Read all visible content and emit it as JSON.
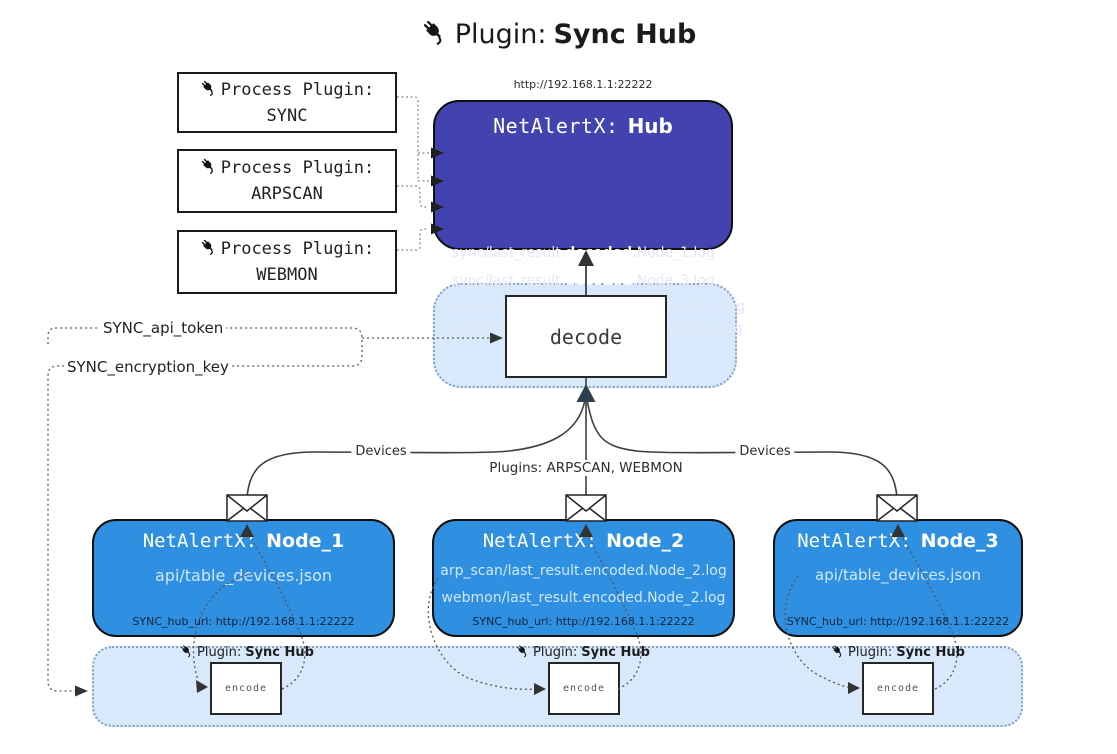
{
  "title": {
    "label": "Plugin:",
    "name": "Sync Hub"
  },
  "hub": {
    "url": "http://192.168.1.1:22222",
    "title_prefix": "NetAlertX:",
    "title_name": "Hub",
    "logs": [
      {
        "pre": "sync/last_result.",
        "bold": "decoded",
        "post": ".Node_1.log"
      },
      {
        "pre": "sync/last_result.",
        "bold": "decoded",
        "post": ".Node_3.log"
      },
      {
        "pre": "arp_scan/last_result.",
        "bold": "decoded",
        "post": ".Node_2.log"
      },
      {
        "pre": "webmon/last_result.",
        "bold": "decoded",
        "post": ".Node_2.log"
      }
    ]
  },
  "process_plugins": [
    {
      "label": "Process Plugin:",
      "name": "SYNC"
    },
    {
      "label": "Process Plugin:",
      "name": "ARPSCAN"
    },
    {
      "label": "Process Plugin:",
      "name": "WEBMON"
    }
  ],
  "config": {
    "api_token_label": "SYNC_api_token",
    "encryption_key_label": "SYNC_encryption_key"
  },
  "decode_box": {
    "label": "decode"
  },
  "edge_labels": {
    "devices_left": "Devices",
    "devices_right": "Devices",
    "plugins_middle": "Plugins: ARPSCAN, WEBMON"
  },
  "nodes": [
    {
      "title_prefix": "NetAlertX:",
      "title_name": "Node_1",
      "files": [
        "api/table_devices.json"
      ],
      "hub_url": "SYNC_hub_url: http://192.168.1.1:22222"
    },
    {
      "title_prefix": "NetAlertX:",
      "title_name": "Node_2",
      "files": [
        "arp_scan/last_result.encoded.Node_2.log",
        "webmon/last_result.encoded.Node_2.log"
      ],
      "hub_url": "SYNC_hub_url: http://192.168.1.1:22222"
    },
    {
      "title_prefix": "NetAlertX:",
      "title_name": "Node_3",
      "files": [
        "api/table_devices.json"
      ],
      "hub_url": "SYNC_hub_url: http://192.168.1.1:22222"
    }
  ],
  "encode_sections": [
    {
      "label": "Plugin:",
      "label_bold": "Sync Hub",
      "box": "encode"
    },
    {
      "label": "Plugin:",
      "label_bold": "Sync Hub",
      "box": "encode"
    },
    {
      "label": "Plugin:",
      "label_bold": "Sync Hub",
      "box": "encode"
    }
  ],
  "colors": {
    "hub_bg": "#4243ae",
    "node_bg": "#2f8fe0",
    "area_bg": "#d8e9fb",
    "line": "#3f3f3f"
  }
}
